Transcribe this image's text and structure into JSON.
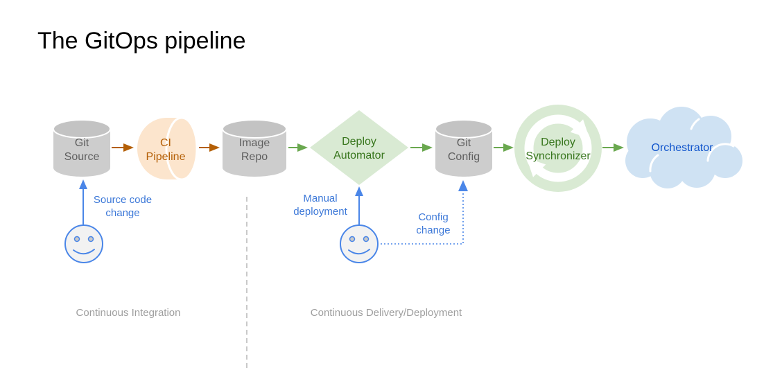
{
  "title": "The GitOps pipeline",
  "diagram": {
    "nodes": {
      "git_source": {
        "line1": "Git",
        "line2": "Source"
      },
      "ci_pipeline": {
        "line1": "CI",
        "line2": "Pipeline"
      },
      "image_repo": {
        "line1": "Image",
        "line2": "Repo"
      },
      "deploy_automator": {
        "line1": "Deploy",
        "line2": "Automator"
      },
      "git_config": {
        "line1": "Git",
        "line2": "Config"
      },
      "deploy_synchronizer": {
        "line1": "Deploy",
        "line2": "Synchronizer"
      },
      "orchestrator": {
        "label": "Orchestrator"
      }
    },
    "annotations": {
      "source_code_change": {
        "line1": "Source code",
        "line2": "change"
      },
      "manual_deployment": {
        "line1": "Manual",
        "line2": "deployment"
      },
      "config_change": {
        "line1": "Config",
        "line2": "change"
      }
    },
    "sections": {
      "ci": "Continuous Integration",
      "cd": "Continuous Delivery/Deployment"
    },
    "colors": {
      "cylinder_fill": "#cdcdcd",
      "cylinder_top_fill": "#c3c3c3",
      "cylinder_text": "#5f5f5f",
      "ci_fill": "#fce5cd",
      "ci_text": "#b45f06",
      "brown_arrow": "#b45f06",
      "green_fill": "#d9ead3",
      "green_text": "#38761d",
      "green_arrow": "#6aa84f",
      "blue_stroke": "#4a86e8",
      "blue_text": "#3c78d8",
      "cloud_fill": "#cfe2f3",
      "cloud_text": "#1155cc",
      "section_text": "#9e9e9e",
      "divider": "#c9c9c9",
      "smiley_fill": "#f2f2f2"
    }
  }
}
